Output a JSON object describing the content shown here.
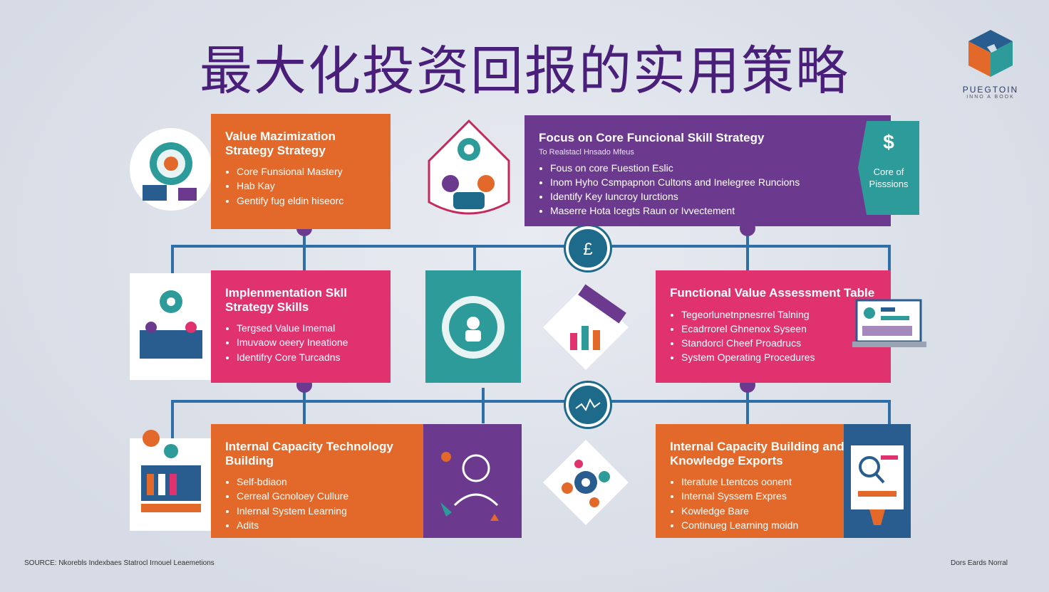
{
  "title": "最大化投资回报的实用策略",
  "logo": {
    "name": "PUEGTOIN",
    "sub": "INNO A BOOK"
  },
  "cards": {
    "value_max": {
      "title": "Value Mazimization Strategy Strategy",
      "items": [
        "Core Funsional Mastery",
        "Hab Kay",
        "Gentify fug eldin hiseorc"
      ]
    },
    "focus": {
      "title": "Focus on Core Funcional Skill Strategy",
      "subtitle": "To Realstacl Hnsado Mfeus",
      "items": [
        "Fous on core Fuestion Eslic",
        "Inom Hyho Csmpapnon Cultons and Inelegree Runcions",
        "Identify Key Iuncroy Iurctions",
        "Maserre Hota Icegts Raun or Ivvectement"
      ]
    },
    "core_badge": {
      "symbol": "$",
      "label": "Core of Pisssions"
    },
    "implementation": {
      "title": "Implenmentation Skll Strategy Skills",
      "items": [
        "Tergsed Value Imemal",
        "Imuvaow oeery Ineatione",
        "Identifry Core Turcadns"
      ]
    },
    "functional": {
      "title": "Functional Value Assessment Table",
      "items": [
        "Tegeorlunetnpnesrrel Talning",
        "Ecadrrorel Ghnenox Syseen",
        "Standorcl Cheef Proadrucs",
        "System Operating Procedures"
      ]
    },
    "internal_tech": {
      "title": "Internal Capacity Technology Building",
      "items": [
        "Self-bdiaon",
        "Cerreal Gcnoloey Cullure",
        "Inlernal System Learning",
        "Adits"
      ]
    },
    "internal_know": {
      "title": "Internal Capacity Building and Knowledge Exports",
      "items": [
        "Iteratute Ltentcos oonent",
        "Internal Syssem Expres",
        "Kowledge Bare",
        "Continueg Learning moidn"
      ]
    }
  },
  "hubs": {
    "top": "£",
    "mid": "~"
  },
  "footer": {
    "left": "SOURCE: Nkorebls Indexbaes Statrocl Irnouel Leaemetions",
    "right": "Dors Eards Norral"
  },
  "colors": {
    "orange": "#e2692a",
    "pink": "#e0326f",
    "purple": "#6b3a8f",
    "teal": "#2d9b99",
    "connector": "#2f6fa8",
    "title": "#4a1f7a"
  }
}
